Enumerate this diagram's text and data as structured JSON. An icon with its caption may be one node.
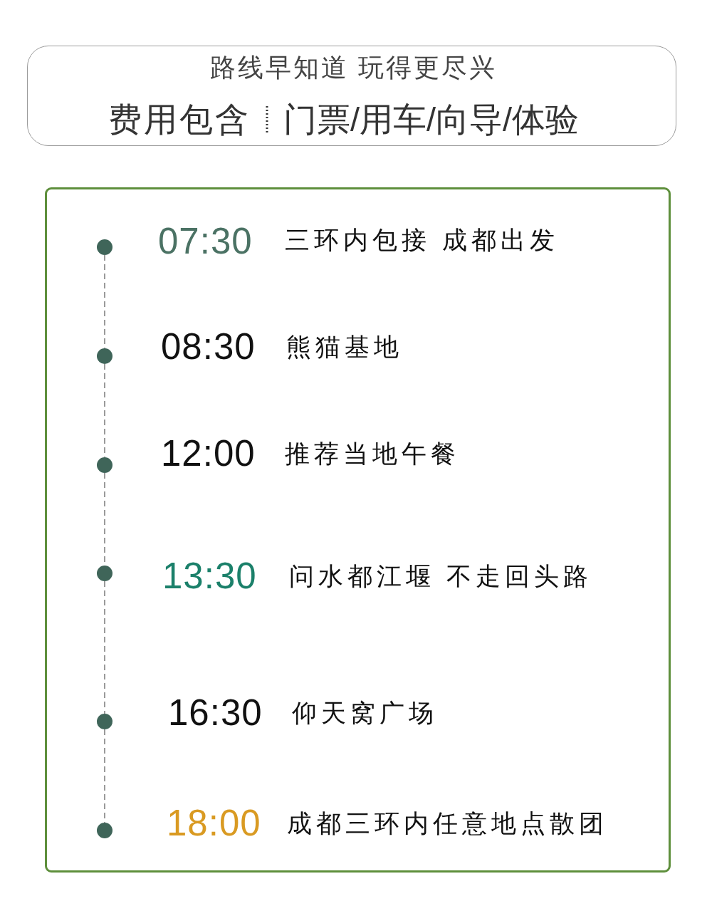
{
  "diagram": {
    "nodes": [
      {
        "text": [
          "路线早知道 玩得更尽兴",
          "费用包含",
          "门票/用车/向导/体验"
        ]
      },
      {
        "text": [],
        "shape": "box"
      },
      {
        "text": [],
        "shape": "circle",
        "in": 1,
        "beside": [
          "07:30",
          "三环内包接 成都出发"
        ]
      },
      {
        "text": [],
        "shape": "circle",
        "in": 1,
        "beside": [
          "08:30",
          "熊猫基地"
        ]
      },
      {
        "text": [],
        "shape": "circle",
        "in": 1,
        "beside": [
          "12:00",
          "推荐当地午餐"
        ]
      },
      {
        "text": [],
        "shape": "circle",
        "in": 1,
        "beside": [
          "13:30",
          "问水都江堰 不走回头路"
        ]
      },
      {
        "text": [],
        "shape": "circle",
        "in": 1,
        "beside": [
          "16:30",
          "仰天窝广场"
        ]
      },
      {
        "text": [],
        "shape": "circle",
        "in": 1,
        "beside": [
          "18:00",
          "成都三环内任意地点散团"
        ]
      }
    ],
    "edges": [
      {
        "from": 2,
        "to": 3,
        "arrow": "none",
        "style": "dashed"
      },
      {
        "from": 3,
        "to": 4,
        "arrow": "none",
        "style": "dashed"
      },
      {
        "from": 4,
        "to": 5,
        "arrow": "none",
        "style": "dashed"
      },
      {
        "from": 5,
        "to": 6,
        "arrow": "none",
        "style": "dashed"
      },
      {
        "from": 6,
        "to": 7,
        "arrow": "none",
        "style": "dashed"
      }
    ]
  }
}
